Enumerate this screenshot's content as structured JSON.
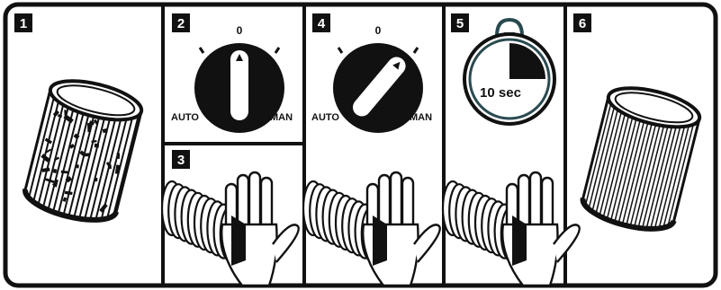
{
  "steps": [
    {
      "number": "1"
    },
    {
      "number": "2",
      "dial": {
        "top": "0",
        "left": "AUTO",
        "right": "MAN"
      }
    },
    {
      "number": "3"
    },
    {
      "number": "4",
      "dial": {
        "top": "0",
        "left": "AUTO",
        "right": "MAN"
      }
    },
    {
      "number": "5",
      "timer": "10 sec"
    },
    {
      "number": "6"
    }
  ],
  "colors": {
    "ink": "#111111",
    "paper": "#ffffff",
    "timer_ring": "#2a4a50"
  }
}
